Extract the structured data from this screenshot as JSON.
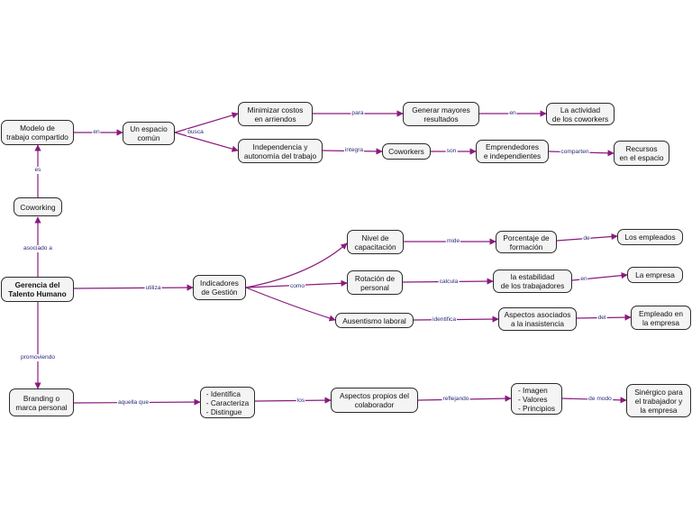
{
  "colors": {
    "edge": "#8b1a7e",
    "label": "#2a2a7a",
    "node_fill": "#f3f4f3",
    "node_border": "#2b2b2b"
  },
  "nodes": {
    "modelo": "Modelo de\ntrabajo compartido",
    "espacio": "Un espacio\ncomún",
    "minimizar": "Minimizar costos\nen arriendos",
    "generar": "Generar mayores\nresultados",
    "actividad": "La actividad\nde los coworkers",
    "independencia": "Independencia y\nautonomía del trabajo",
    "coworkers": "Coworkers",
    "emprendedores": "Emprendedores\ne independientes",
    "recursos": "Recursos\nen el espacio",
    "coworking": "Coworking",
    "gerencia": "Gerencia del\nTalento Humano",
    "indicadores": "Indicadores\nde Gestión",
    "nivel": "Nivel de\ncapacitación",
    "porcentaje": "Porcentaje de\nformación",
    "empleados": "Los empleados",
    "rotacion": "Rotación de\npersonal",
    "estabilidad": "la estabilidad\nde los trabajadores",
    "empresa": "La empresa",
    "ausentismo": "Ausentismo laboral",
    "aspectos_asoc": "Aspectos asociados\na la inasistencia",
    "empleado_en": "Empleado en\nla empresa",
    "branding": "Branding o\nmarca personal",
    "identifica_list": "- Identifica\n- Caracteriza\n- Distingue",
    "aspectos_propios": "Aspectos propios del\ncolaborador",
    "imagen": "- Imagen\n- Valores\n- Principios",
    "sinergico": "Sinérgico para\nel trabajador y\nla empresa"
  },
  "links": {
    "en1": "en",
    "busca": "busca",
    "para": "para",
    "en2": "en",
    "integra": "integra",
    "son": "son",
    "comparten": "comparten",
    "es": "es",
    "asociado": "asociado a",
    "utiliza": "utiliza",
    "como": "como",
    "mide": "mide",
    "de": "de",
    "calcula": "calcula",
    "en3": "en",
    "identifica": "identifica",
    "del": "del",
    "promoviendo": "promoviendo",
    "aquella": "aquella que",
    "los": "los",
    "reflejando": "reflejando",
    "demodo": "de modo"
  }
}
